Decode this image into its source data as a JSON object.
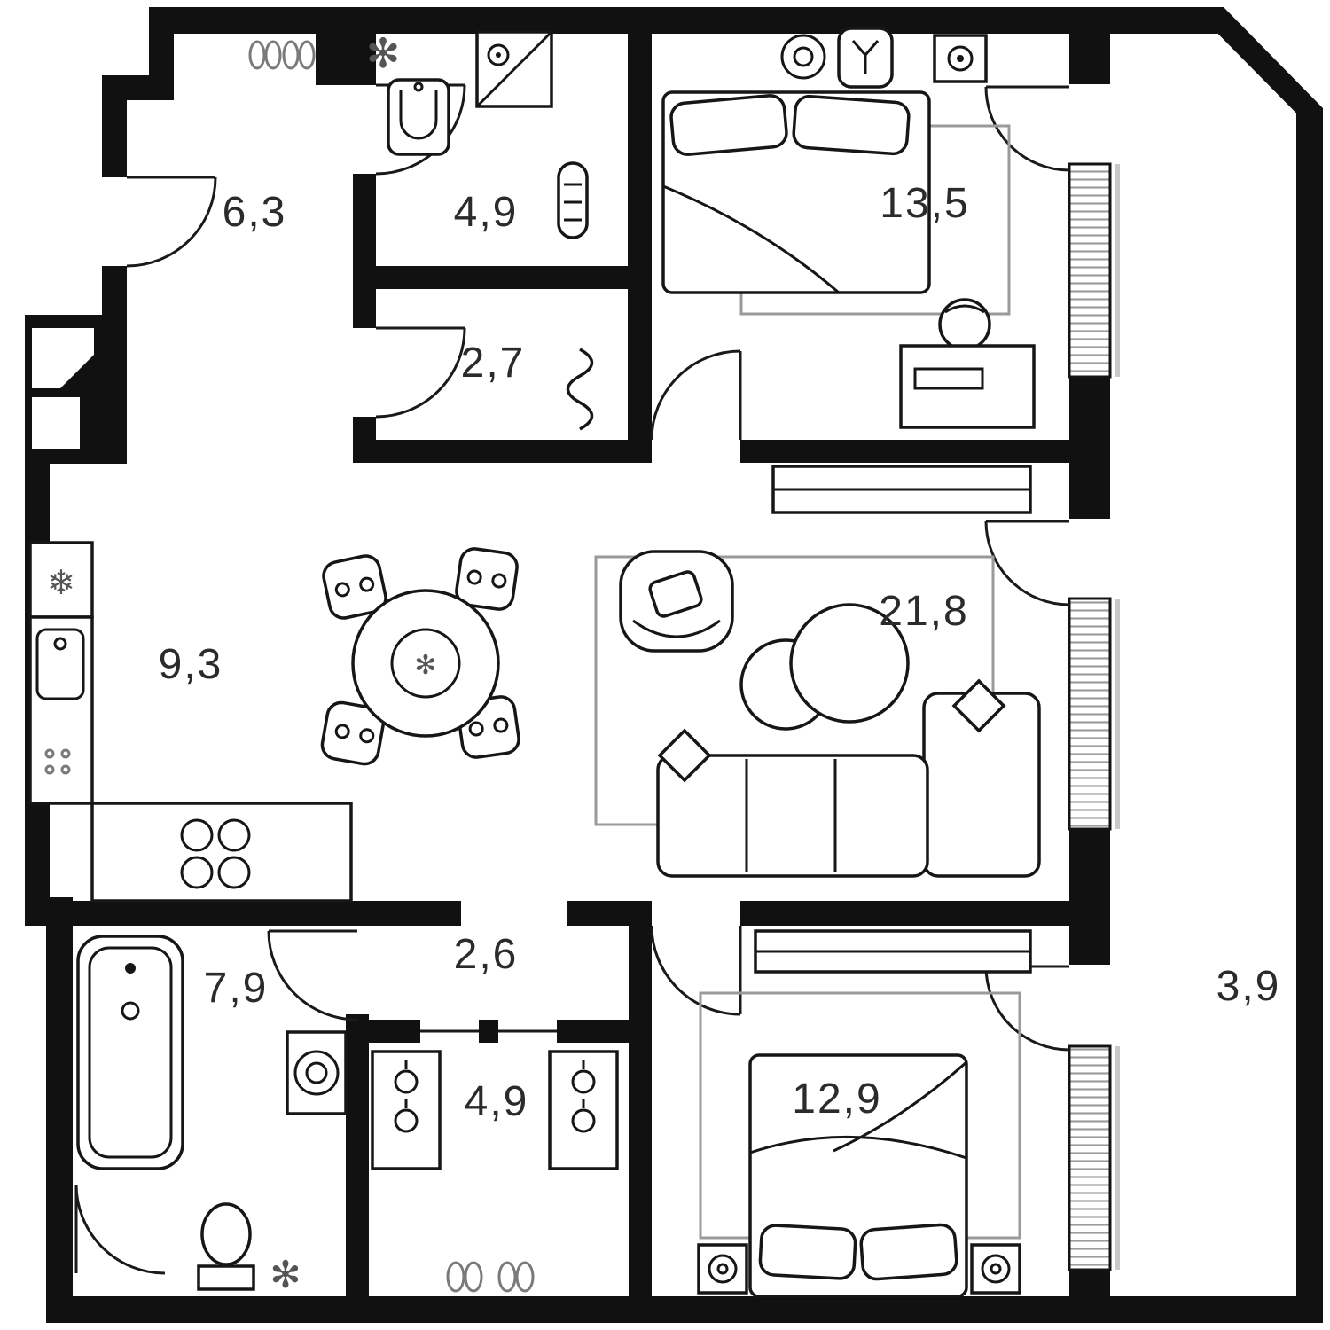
{
  "floorplan": {
    "type": "apartment-floor-plan",
    "background": "#ffffff",
    "wall_color": "#111111",
    "label_color": "#2b2b2b",
    "rooms": [
      {
        "id": "entry-hall",
        "area": "6,3"
      },
      {
        "id": "bathroom-1",
        "area": "4,9"
      },
      {
        "id": "bedroom-1",
        "area": "13,5"
      },
      {
        "id": "dressing-room",
        "area": "2,7"
      },
      {
        "id": "kitchen-dining",
        "area": "9,3"
      },
      {
        "id": "living-room",
        "area": "21,8"
      },
      {
        "id": "hallway",
        "area": "2,6"
      },
      {
        "id": "bathroom-2",
        "area": "7,9"
      },
      {
        "id": "wardrobe",
        "area": "4,9"
      },
      {
        "id": "bedroom-2",
        "area": "12,9"
      },
      {
        "id": "balcony",
        "area": "3,9"
      }
    ],
    "icons": {
      "snowflake": "❄",
      "plant": "✻"
    }
  }
}
